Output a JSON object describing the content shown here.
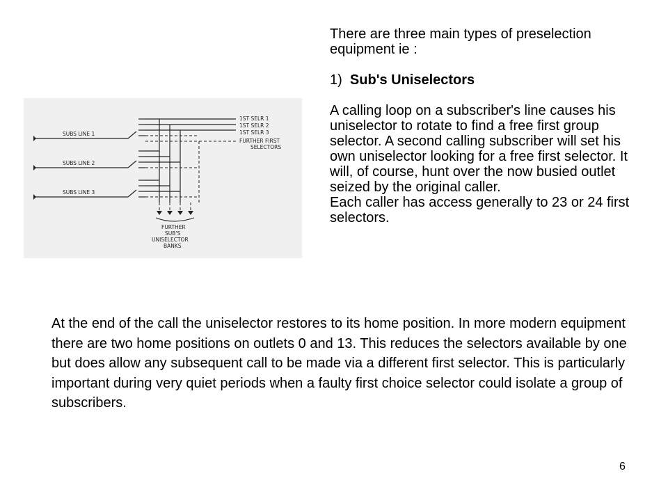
{
  "intro": "There are three main types of preselection equipment ie :",
  "heading": {
    "number": "1)",
    "title": "Sub's Uniselectors"
  },
  "description": [
    "A calling loop on a subscriber's line causes his uniselector to rotate to find a free first group selector. A second calling subscriber will set his own uniselector looking for a free first selector. It will, of course, hunt over the now busied outlet seized by the original caller.",
    "Each caller has access generally to 23 or 24 first selectors."
  ],
  "diagram": {
    "lines": [
      "SUBS LINE 1",
      "SUBS LINE 2",
      "SUBS LINE 3"
    ],
    "selectors": [
      "1ST SELR 1",
      "1ST SELR 2",
      "1ST SELR 3"
    ],
    "further_first": [
      "FURTHER FIRST",
      "SELECTORS"
    ],
    "further_banks": [
      "FURTHER",
      "SUB'S",
      "UNISELECTOR",
      "BANKS"
    ]
  },
  "body": "At the end of the call the uniselector restores to its home position. In more modern equipment there are two home positions on outlets 0 and 13. This reduces the selectors available by one but does allow any subsequent call to be made via a different first selector. This is particularly important during very quiet periods when a faulty first choice selector could isolate a group of subscribers.",
  "page_number": "6"
}
